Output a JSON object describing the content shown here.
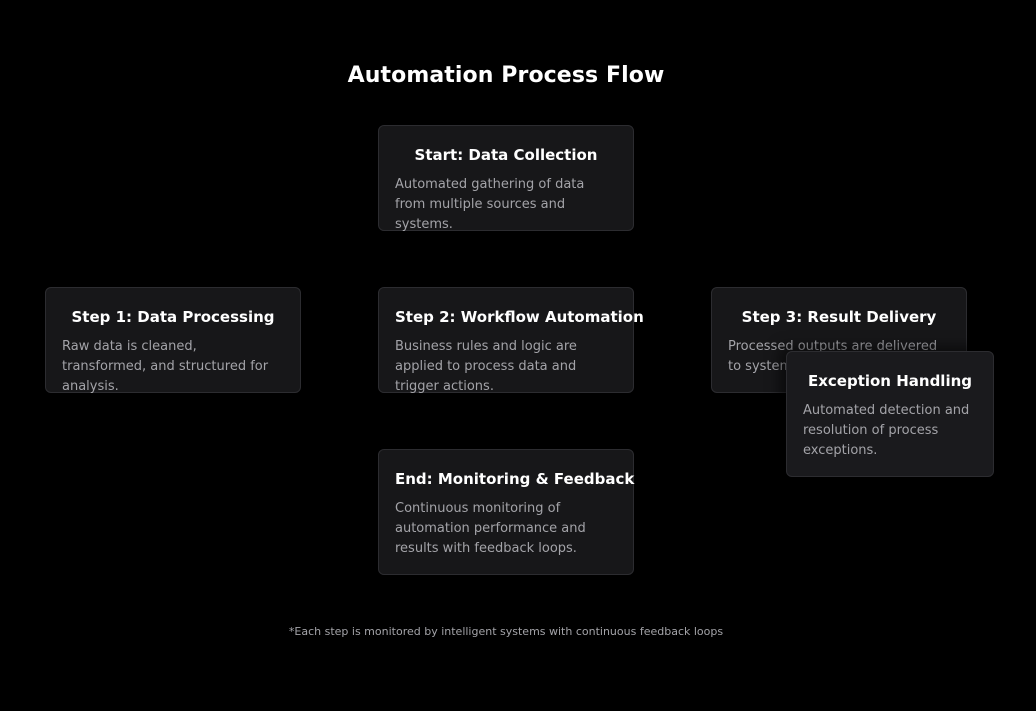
{
  "title": "Automation Process Flow",
  "cards": {
    "start": {
      "title": "Start: Data Collection",
      "description": "Automated gathering of data from multiple sources and systems."
    },
    "step1": {
      "title": "Step 1: Data Processing",
      "description": "Raw data is cleaned, transformed, and structured for analysis."
    },
    "step2": {
      "title": "Step 2: Workflow Automation",
      "description": "Business rules and logic are applied to process data and trigger actions."
    },
    "step3": {
      "title": "Step 3: Result Delivery",
      "description": "Processed outputs are delivered to systems, c"
    },
    "exception": {
      "title": "Exception Handling",
      "description": "Automated detection and resolution of process exceptions."
    },
    "end": {
      "title": "End: Monitoring & Feedback",
      "description": "Continuous monitoring of automation performance and results with feedback loops."
    }
  },
  "footnote": "*Each step is monitored by intelligent systems with continuous feedback loops",
  "colors": {
    "background": "#000000",
    "card_background": "#171719",
    "card_border": "#2c2c30",
    "title_text": "#ffffff",
    "body_text": "#a3a3a8"
  }
}
